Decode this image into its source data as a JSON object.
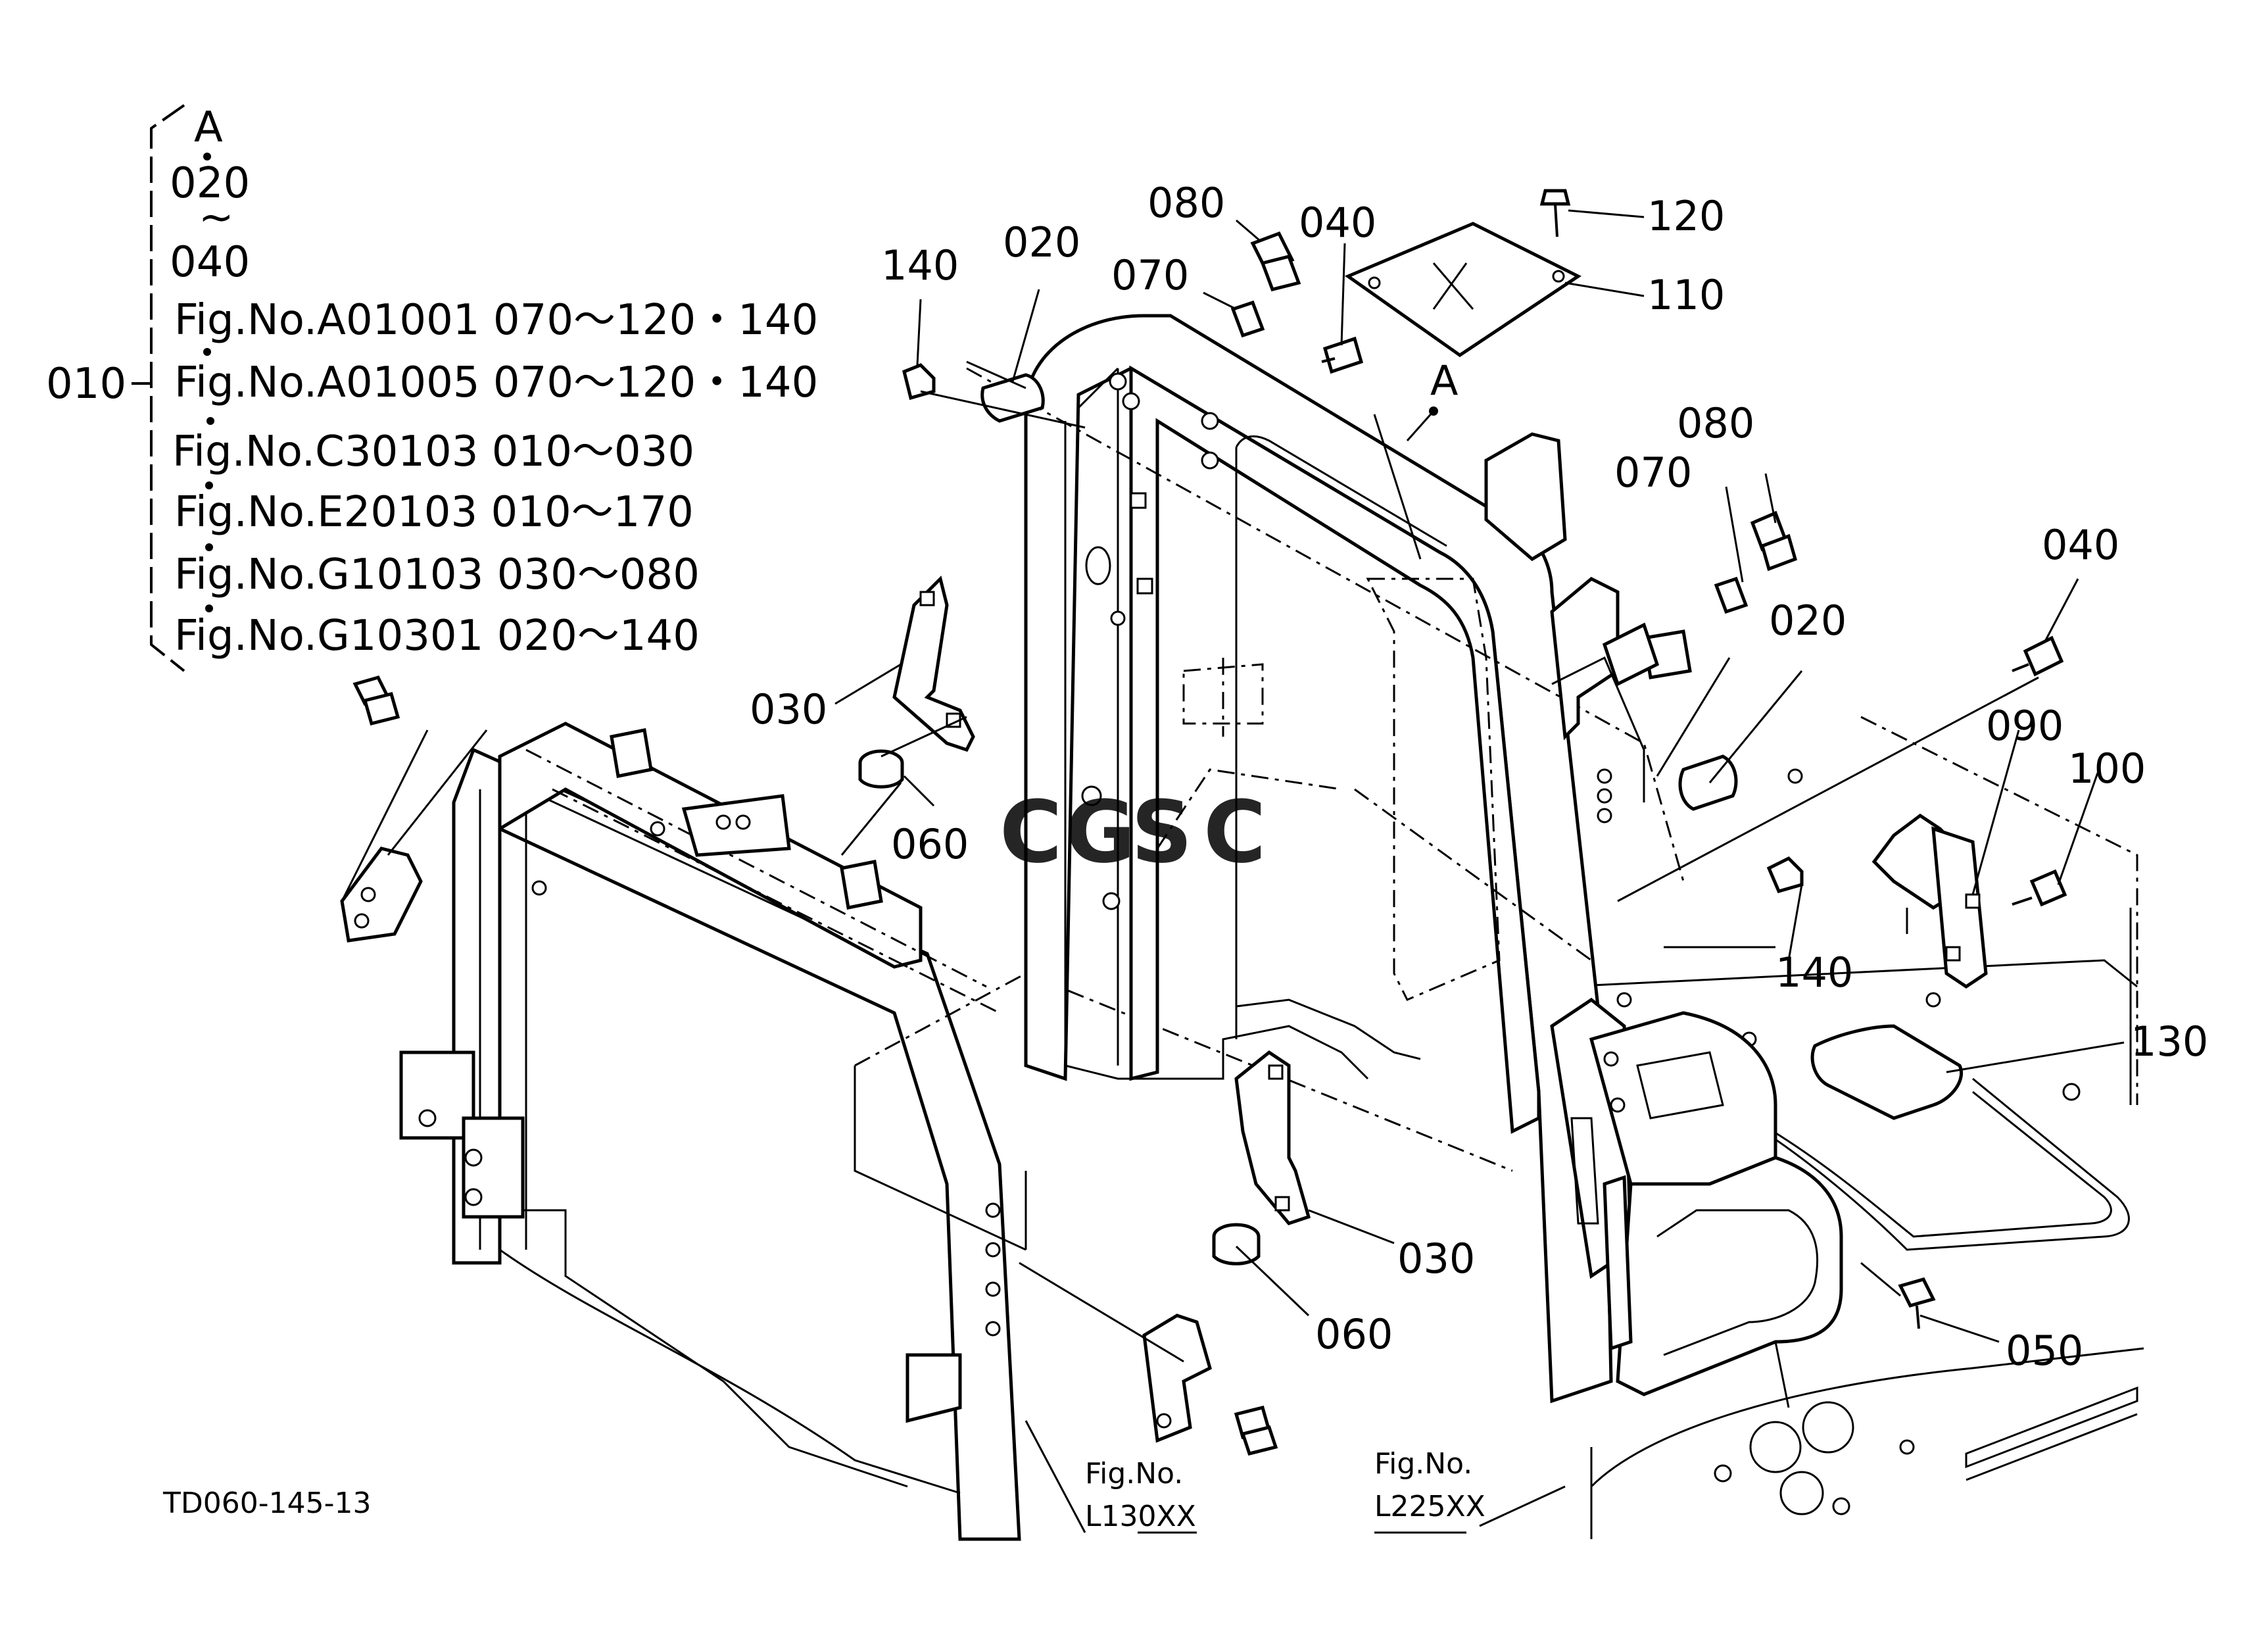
{
  "figure_code": "TD060-145-13",
  "watermark": {
    "letters": [
      "C",
      "G",
      "S",
      "C"
    ],
    "colors": [
      "#4a7fd6",
      "#e2574c",
      "#f2b632",
      "#3ab07a"
    ]
  },
  "legend": {
    "parent_part": "010",
    "items": [
      "A",
      "020",
      "~",
      "040"
    ],
    "references": [
      "Fig.No.A01001  070～120・140",
      "Fig.No.A01005  070～120・140",
      "Fig.No.C30103  010～030",
      "Fig.No.E20103  010～170",
      "Fig.No.G10103  030～080",
      "Fig.No.G10301  020～140"
    ]
  },
  "callouts": {
    "c140a": "140",
    "c020a": "020",
    "c070a": "070",
    "c080a": "080",
    "c040a": "040",
    "c120": "120",
    "c110": "110",
    "cA": "A",
    "c080b": "080",
    "c070b": "070",
    "c040b": "040",
    "c020b": "020",
    "c090": "090",
    "c100": "100",
    "c030a": "030",
    "c060a": "060",
    "c140b": "140",
    "c130": "130",
    "c030b": "030",
    "c060b": "060",
    "c050": "050"
  },
  "fig_refs": [
    {
      "line1": "Fig.No.",
      "line2": "L130XX"
    },
    {
      "line1": "Fig.No.",
      "line2": "L225XX"
    }
  ]
}
